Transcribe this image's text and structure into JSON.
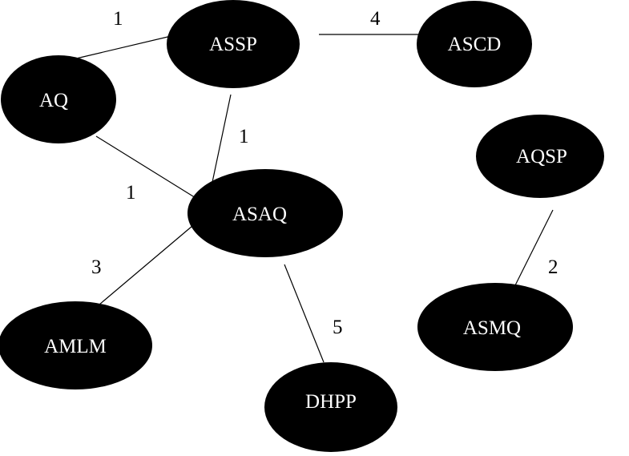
{
  "diagram": {
    "nodes": [
      {
        "id": "ASSP",
        "label": "ASSP"
      },
      {
        "id": "ASCD",
        "label": "ASCD"
      },
      {
        "id": "AQ",
        "label": "AQ"
      },
      {
        "id": "AQSP",
        "label": "AQSP"
      },
      {
        "id": "ASAQ",
        "label": "ASAQ"
      },
      {
        "id": "AMLM",
        "label": "AMLM"
      },
      {
        "id": "ASMQ",
        "label": "ASMQ"
      },
      {
        "id": "DHPP",
        "label": "DHPP"
      }
    ],
    "edges": [
      {
        "from": "AQ",
        "to": "ASSP",
        "label": "1"
      },
      {
        "from": "ASSP",
        "to": "ASCD",
        "label": "4"
      },
      {
        "from": "ASSP",
        "to": "ASAQ",
        "label": "1"
      },
      {
        "from": "AQ",
        "to": "ASAQ",
        "label": "1"
      },
      {
        "from": "ASAQ",
        "to": "AMLM",
        "label": "3"
      },
      {
        "from": "ASAQ",
        "to": "DHPP",
        "label": "5"
      },
      {
        "from": "AQSP",
        "to": "ASMQ",
        "label": "2"
      }
    ]
  }
}
